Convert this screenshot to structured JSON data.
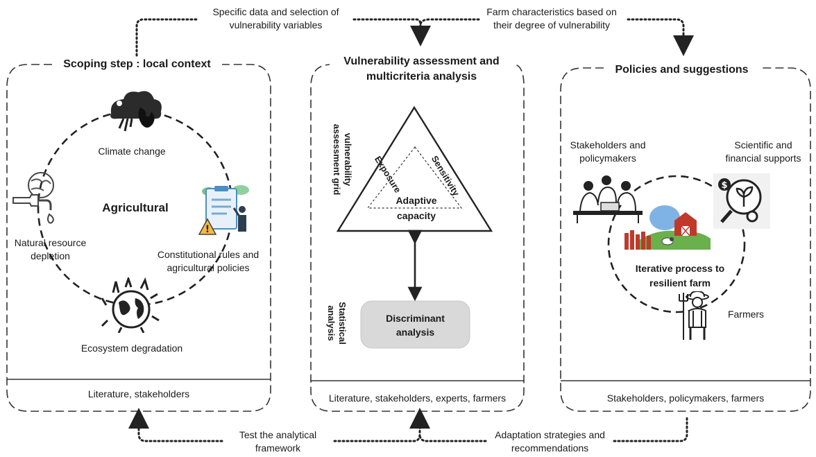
{
  "top_connectors": {
    "left_label": "Specific data and selection of\nvulnerability variables",
    "right_label": "Farm characteristics based on\ntheir degree of vulnerability"
  },
  "bottom_connectors": {
    "left_label": "Test the analytical\nframework",
    "right_label": "Adaptation strategies and\nrecommendations"
  },
  "panel_left": {
    "title": "Scoping step : local context",
    "center_label": "Agricultural",
    "items": {
      "climate": "Climate change",
      "natural": "Natural resource\ndepletion",
      "rules": "Constitutional rules and\nagricultural policies",
      "ecosystem": "Ecosystem degradation"
    },
    "footer": "Literature, stakeholders"
  },
  "panel_middle": {
    "title": "Vulnerability assessment and\nmulticriteria analysis",
    "side_label_top": "vulnerability\nassessment grid",
    "side_label_bottom": "Statistical\nanalysis",
    "triangle": {
      "left": "Exposure",
      "right": "Sensitivity",
      "bottom": "Adaptive\ncapacity"
    },
    "box_label": "Discriminant\nanalysis",
    "footer": "Literature, stakeholders, experts, farmers"
  },
  "panel_right": {
    "title": "Policies and suggestions",
    "stakeholders": "Stakeholders and\npolicymakers",
    "supports": "Scientific and\nfinancial supports",
    "cycle_label": "Iterative process to\nresilient farm",
    "farmers": "Farmers",
    "footer": "Stakeholders, policymakers, farmers"
  },
  "colors": {
    "line": "#222222",
    "box_fill": "#d9d9d9",
    "barn": "#c0392b",
    "grass": "#6ab04c",
    "icon_blue": "#4a90c2"
  },
  "icons": [
    "climate-change-icon",
    "water-tap-icon",
    "policy-document-icon",
    "ecosystem-globe-icon",
    "stakeholders-group-icon",
    "financial-support-icon",
    "farm-icon",
    "farmer-icon"
  ]
}
